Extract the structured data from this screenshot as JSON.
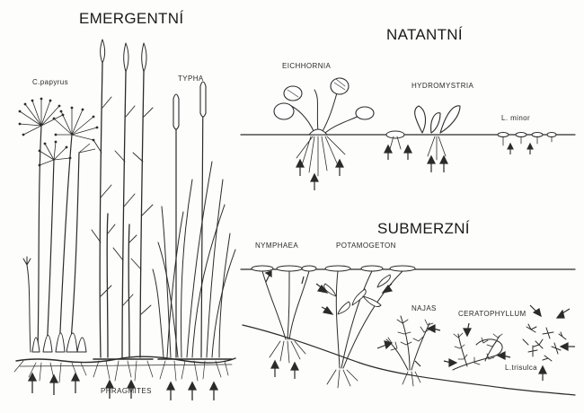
{
  "headings": {
    "emergent": "EMERGENTNÍ",
    "natant": "NATANTNÍ",
    "submerged": "SUBMERZNÍ"
  },
  "plant_labels": {
    "papyrus": "C.papyrus",
    "typha": "TYPHA",
    "phragmites": "PHRAGMITES",
    "eichhornia": "EICHHORNIA",
    "hydromystria": "HYDROMYSTRIA",
    "lminor": "L. minor",
    "nymphaea": "NYMPHAEA",
    "potamogeton": "POTAMOGETON",
    "najas": "NAJAS",
    "ceratophyllum": "CERATOPHYLLUM",
    "ltrisulca": "L.trisulca"
  },
  "colors": {
    "ink": "#2b2b2b",
    "paper": "#fdfdfb"
  }
}
